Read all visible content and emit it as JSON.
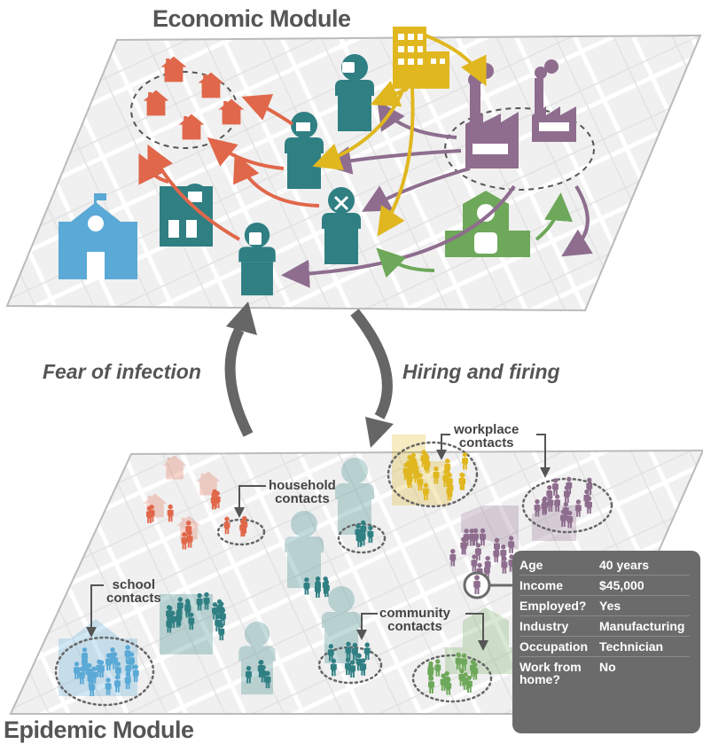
{
  "titles": {
    "economic": "Economic Module",
    "epidemic": "Epidemic Module"
  },
  "arrows": {
    "left": "Fear of infection",
    "right": "Hiring and firing"
  },
  "annotations": {
    "workplace": [
      "workplace",
      "contacts"
    ],
    "household": [
      "household",
      "contacts"
    ],
    "school": [
      "school",
      "contacts"
    ],
    "community": [
      "community",
      "contacts"
    ]
  },
  "agent_info": {
    "rows": [
      {
        "key": "Age",
        "value": "40 years"
      },
      {
        "key": "Income",
        "value": "$45,000"
      },
      {
        "key": "Employed?",
        "value": "Yes"
      },
      {
        "key": "Industry",
        "value": "Manufacturing"
      },
      {
        "key": "Occupation",
        "value": "Technician"
      },
      {
        "key": "Work from home?",
        "value": "No"
      }
    ]
  },
  "colors": {
    "household": "#e0674a",
    "business": "#2f7f83",
    "office": "#e0b71f",
    "factory": "#8e6d8e",
    "transit": "#6ea85a",
    "school": "#5aa9d6",
    "gray": "#666666"
  },
  "icons": [
    "house-icon",
    "shop-icon",
    "office-icon",
    "factory-icon",
    "school-icon",
    "train-station-icon",
    "person-icon"
  ]
}
